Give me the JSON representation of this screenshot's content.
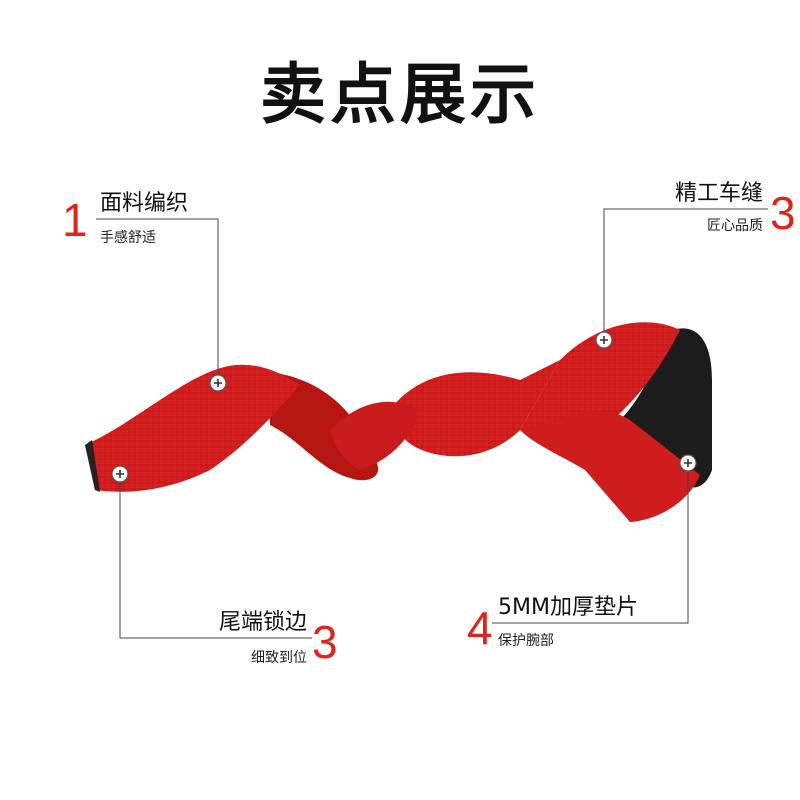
{
  "title": "卖点展示",
  "colors": {
    "strap": "#d81f1f",
    "strap_dark": "#a9140f",
    "pad": "#1c1c1c",
    "accent": "#e2231a",
    "line": "#444444"
  },
  "features": [
    {
      "number": "1",
      "title": "面料编织",
      "subtitle": "手感舒适",
      "marker_icon": "plus-marker-icon"
    },
    {
      "number": "3",
      "title": "精工车缝",
      "subtitle": "匠心品质",
      "marker_icon": "plus-marker-icon"
    },
    {
      "number": "3",
      "title": "尾端锁边",
      "subtitle": "细致到位",
      "marker_icon": "plus-marker-icon"
    },
    {
      "number": "4",
      "title": "5MM加厚垫片",
      "subtitle": "保护腕部",
      "marker_icon": "plus-marker-icon"
    }
  ]
}
